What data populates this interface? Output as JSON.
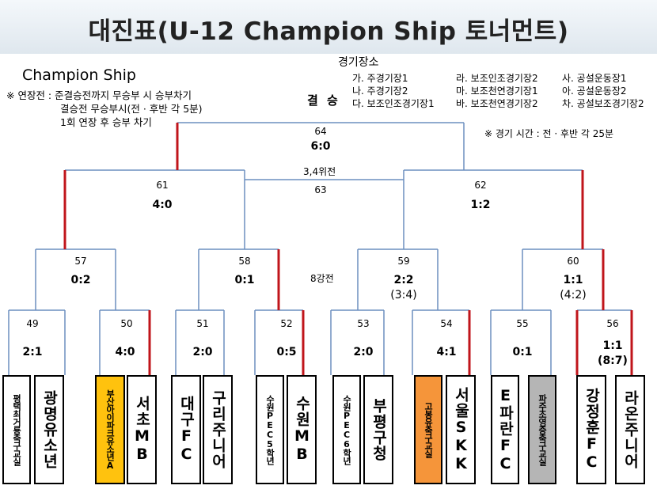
{
  "title": "대진표(U-12 Champion Ship 토너먼트)",
  "subtitle": "Champion Ship",
  "notes": {
    "line1": "※ 연장전 : 준결승전까지 무승부 시 승부차기",
    "line2": "결승전 무승부시(전 · 후반 각 5분)",
    "line3": "1회 연장 후 승부 차기"
  },
  "venue": {
    "header": "경기장소",
    "col1": [
      "가. 주경기장1",
      "나. 주경기장2",
      "다. 보조인조경기장1"
    ],
    "col2": [
      "라. 보조인조경기장2",
      "마. 보조천연경기장1",
      "바. 보조천연경기장2"
    ],
    "col3": [
      "사. 공설운동장1",
      "아. 공설운동장2",
      "차. 공설보조경기장2"
    ]
  },
  "final_label": "결 승",
  "time_note": "※ 경기 시간 : 전 · 후반 각 25분",
  "third_place_label": "3,4위전",
  "quarter_label": "8강전",
  "matches": {
    "m64": {
      "num": "64",
      "score": "6:0"
    },
    "m63": {
      "num": "63"
    },
    "m61": {
      "num": "61",
      "score": "4:0"
    },
    "m62": {
      "num": "62",
      "score": "1:2"
    },
    "m57": {
      "num": "57",
      "score": "0:2"
    },
    "m58": {
      "num": "58",
      "score": "0:1"
    },
    "m59": {
      "num": "59",
      "score": "2:2",
      "pk": "(3:4)"
    },
    "m60": {
      "num": "60",
      "score": "1:1",
      "pk": "(4:2)"
    },
    "m49": {
      "num": "49",
      "score": "2:1"
    },
    "m50": {
      "num": "50",
      "score": "4:0"
    },
    "m51": {
      "num": "51",
      "score": "2:0"
    },
    "m52": {
      "num": "52",
      "score": "0:5"
    },
    "m53": {
      "num": "53",
      "score": "2:0"
    },
    "m54": {
      "num": "54",
      "score": "4:1"
    },
    "m55": {
      "num": "55",
      "score": "0:1"
    },
    "m56": {
      "num": "56",
      "score": "1:1",
      "pk": "(8:7)"
    }
  },
  "teams": [
    {
      "name": "평택최거룡축구교실",
      "highlight": "none"
    },
    {
      "name": "광명유소년",
      "highlight": "none"
    },
    {
      "name": "부산아이파크유소년A",
      "highlight": "#ffc20e"
    },
    {
      "name": "서초MB",
      "highlight": "none"
    },
    {
      "name": "대구FC",
      "highlight": "none"
    },
    {
      "name": "구리주니어",
      "highlight": "none"
    },
    {
      "name": "수원PEC5학년",
      "highlight": "none"
    },
    {
      "name": "수원MB",
      "highlight": "none"
    },
    {
      "name": "수원PEC6학년",
      "highlight": "none"
    },
    {
      "name": "부평구청",
      "highlight": "none"
    },
    {
      "name": "고봉유축구교실",
      "highlight": "#f5953a"
    },
    {
      "name": "서울SKK",
      "highlight": "none"
    },
    {
      "name": "E파란FC",
      "highlight": "none"
    },
    {
      "name": "파주조영증축구교실",
      "highlight": "#b5b5b5"
    },
    {
      "name": "강정훈FC",
      "highlight": "none"
    },
    {
      "name": "라온주니어",
      "highlight": "none"
    }
  ],
  "colors": {
    "winner_line": "#c0151b",
    "line": "#6c8fbf"
  }
}
